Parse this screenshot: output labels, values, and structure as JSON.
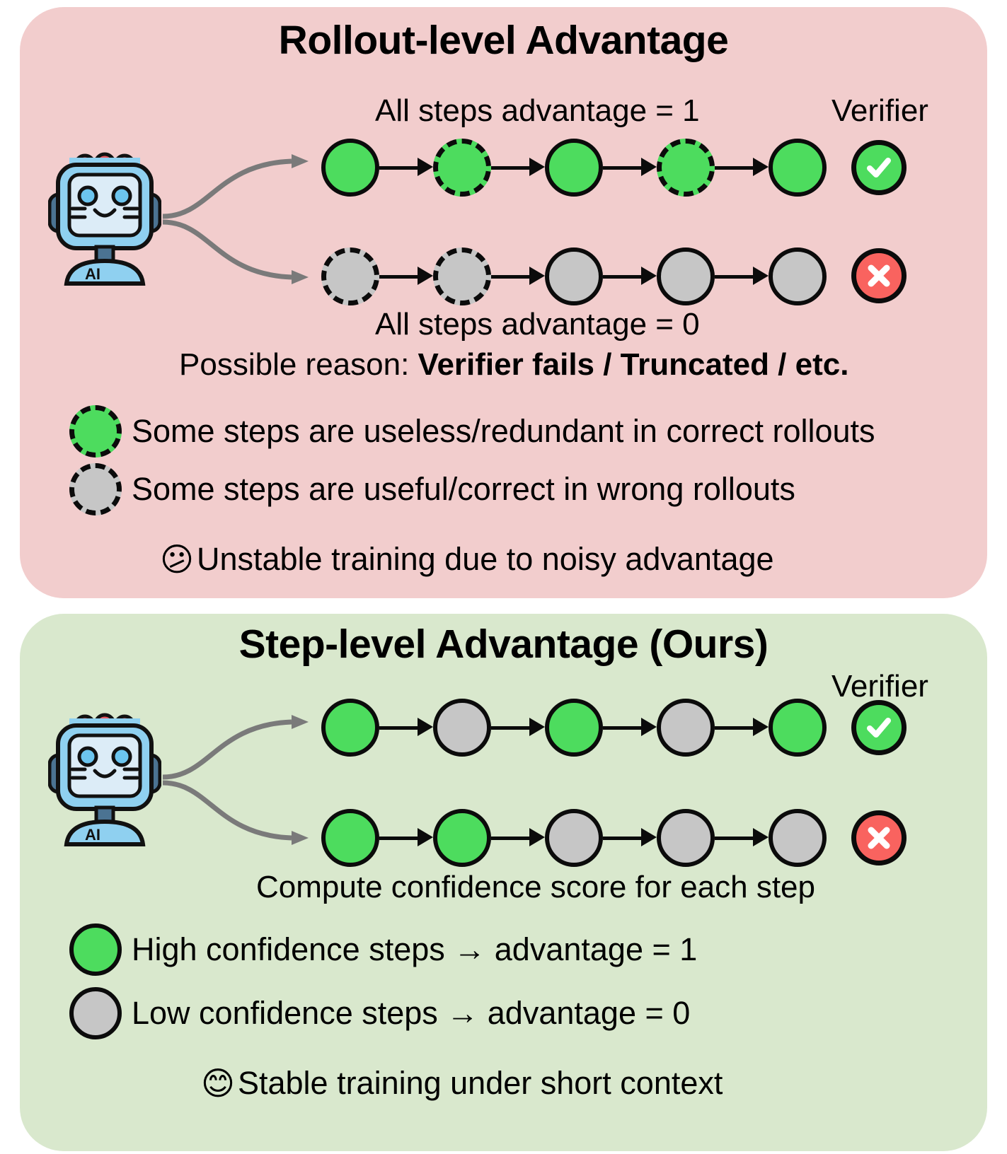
{
  "colors": {
    "panel_rollout_bg": "#f2cdcd",
    "panel_step_bg": "#d9e8cd",
    "node_green": "#4ddc5e",
    "node_gray": "#c6c6c6",
    "badge_ok": "#4ddc5e",
    "badge_bad": "#f9635f",
    "outline": "#0b0b0b"
  },
  "panels": {
    "rollout": {
      "title": "Rollout-level Advantage",
      "verifier_label": "Verifier",
      "top_caption": "All steps advantage = 1",
      "bottom_caption": "All steps advantage = 0",
      "reason_prefix": "Possible reason: ",
      "reason_bold": "Verifier fails / Truncated / etc.",
      "agent_icon": "robot-icon",
      "agent_badge_text": "AI",
      "rows": [
        {
          "name": "correct-rollout",
          "verifier": "check-icon",
          "verifier_state": "ok",
          "nodes": [
            {
              "color": "green",
              "border": "solid"
            },
            {
              "color": "green",
              "border": "dashed"
            },
            {
              "color": "green",
              "border": "solid"
            },
            {
              "color": "green",
              "border": "dashed"
            },
            {
              "color": "green",
              "border": "solid"
            }
          ]
        },
        {
          "name": "wrong-rollout",
          "verifier": "cross-icon",
          "verifier_state": "bad",
          "nodes": [
            {
              "color": "gray",
              "border": "dashed"
            },
            {
              "color": "gray",
              "border": "dashed"
            },
            {
              "color": "gray",
              "border": "solid"
            },
            {
              "color": "gray",
              "border": "solid"
            },
            {
              "color": "gray",
              "border": "solid"
            }
          ]
        }
      ],
      "legend": [
        {
          "color": "green",
          "border": "dashed",
          "text": "Some steps are useless/redundant in correct rollouts"
        },
        {
          "color": "gray",
          "border": "dashed",
          "text": "Some steps are useful/correct in wrong rollouts"
        }
      ],
      "note": {
        "emoji": "😕",
        "emoji_name": "confused-face-emoji",
        "text": "Unstable training due to noisy advantage"
      }
    },
    "step": {
      "title": "Step-level Advantage (Ours)",
      "verifier_label": "Verifier",
      "bottom_caption": "Compute confidence score for each step",
      "agent_icon": "robot-icon",
      "agent_badge_text": "AI",
      "rows": [
        {
          "name": "correct-rollout",
          "verifier": "check-icon",
          "verifier_state": "ok",
          "nodes": [
            {
              "color": "green",
              "border": "solid"
            },
            {
              "color": "gray",
              "border": "solid"
            },
            {
              "color": "green",
              "border": "solid"
            },
            {
              "color": "gray",
              "border": "solid"
            },
            {
              "color": "green",
              "border": "solid"
            }
          ]
        },
        {
          "name": "wrong-rollout",
          "verifier": "cross-icon",
          "verifier_state": "bad",
          "nodes": [
            {
              "color": "green",
              "border": "solid"
            },
            {
              "color": "green",
              "border": "solid"
            },
            {
              "color": "gray",
              "border": "solid"
            },
            {
              "color": "gray",
              "border": "solid"
            },
            {
              "color": "gray",
              "border": "solid"
            }
          ]
        }
      ],
      "legend": [
        {
          "color": "green",
          "border": "solid",
          "text": "High confidence steps → advantage = 1"
        },
        {
          "color": "gray",
          "border": "solid",
          "text": "Low confidence steps → advantage = 0"
        }
      ],
      "note": {
        "emoji": "😊",
        "emoji_name": "smiling-face-emoji",
        "text": "Stable training under short context"
      }
    }
  }
}
